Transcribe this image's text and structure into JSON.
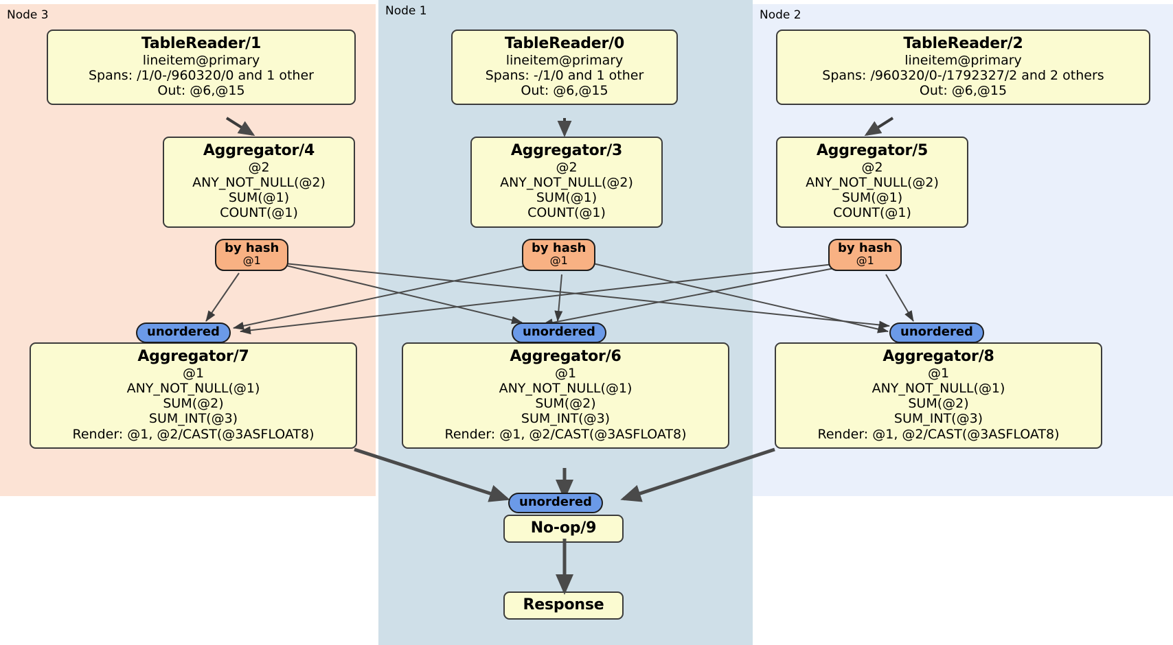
{
  "diagram": {
    "type": "distributed-query-plan",
    "colors": {
      "node3_panel": "#fce3d5",
      "node1_panel": "#cfdfe8",
      "node2_panel": "#eaf0fb",
      "processor_box": "#fbfbd1",
      "hash_badge": "#f8b183",
      "unordered_badge": "#6b9ae8",
      "edge": "#3b3b3b"
    }
  },
  "panels": [
    {
      "id": "node3",
      "label": "Node 3"
    },
    {
      "id": "node1",
      "label": "Node 1"
    },
    {
      "id": "node2",
      "label": "Node 2"
    }
  ],
  "processors": {
    "table_reader_1": {
      "title": "TableReader/1",
      "lines": [
        "lineitem@primary",
        "Spans: /1/0-/960320/0 and 1 other",
        "Out: @6,@15"
      ]
    },
    "table_reader_0": {
      "title": "TableReader/0",
      "lines": [
        "lineitem@primary",
        "Spans: -/1/0 and 1 other",
        "Out: @6,@15"
      ]
    },
    "table_reader_2": {
      "title": "TableReader/2",
      "lines": [
        "lineitem@primary",
        "Spans: /960320/0-/1792327/2 and 2 others",
        "Out: @6,@15"
      ]
    },
    "aggregator_4": {
      "title": "Aggregator/4",
      "lines": [
        "@2",
        "ANY_NOT_NULL(@2)",
        "SUM(@1)",
        "COUNT(@1)"
      ]
    },
    "aggregator_3": {
      "title": "Aggregator/3",
      "lines": [
        "@2",
        "ANY_NOT_NULL(@2)",
        "SUM(@1)",
        "COUNT(@1)"
      ]
    },
    "aggregator_5": {
      "title": "Aggregator/5",
      "lines": [
        "@2",
        "ANY_NOT_NULL(@2)",
        "SUM(@1)",
        "COUNT(@1)"
      ]
    },
    "aggregator_7": {
      "title": "Aggregator/7",
      "lines": [
        "@1",
        "ANY_NOT_NULL(@1)",
        "SUM(@2)",
        "SUM_INT(@3)",
        "Render: @1, @2/CAST(@3ASFLOAT8)"
      ]
    },
    "aggregator_6": {
      "title": "Aggregator/6",
      "lines": [
        "@1",
        "ANY_NOT_NULL(@1)",
        "SUM(@2)",
        "SUM_INT(@3)",
        "Render: @1, @2/CAST(@3ASFLOAT8)"
      ]
    },
    "aggregator_8": {
      "title": "Aggregator/8",
      "lines": [
        "@1",
        "ANY_NOT_NULL(@1)",
        "SUM(@2)",
        "SUM_INT(@3)",
        "Render: @1, @2/CAST(@3ASFLOAT8)"
      ]
    },
    "noop_9": {
      "title": "No-op/9",
      "lines": []
    },
    "response": {
      "title": "Response",
      "lines": []
    }
  },
  "badges": {
    "hash_left": {
      "title": "by hash",
      "sub": "@1"
    },
    "hash_mid": {
      "title": "by hash",
      "sub": "@1"
    },
    "hash_right": {
      "title": "by hash",
      "sub": "@1"
    },
    "unordered_left": {
      "title": "unordered"
    },
    "unordered_mid": {
      "title": "unordered"
    },
    "unordered_right": {
      "title": "unordered"
    },
    "unordered_final": {
      "title": "unordered"
    }
  }
}
